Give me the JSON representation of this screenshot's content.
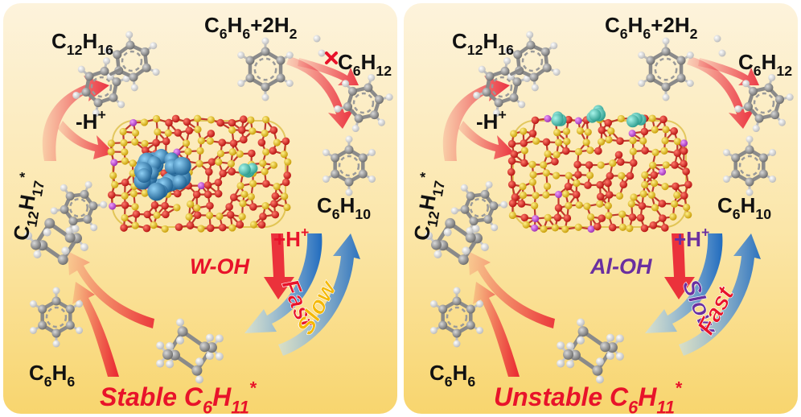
{
  "colors": {
    "panel_top": "#fdf3dc",
    "panel_bottom": "#f9d777",
    "arrow_red": "#e8132a",
    "arrow_blue": "#1565c0",
    "purple": "#6a2fa0",
    "yellow_text": "#f5b800",
    "oxygen": "#e01b1b",
    "silicon": "#e8c21c",
    "tungsten": "#2f7fb8",
    "alumina": "#3fc0b0",
    "carbon": "#8a8a8a",
    "hydrogen": "#f2f2f2"
  },
  "left": {
    "c12h16": {
      "base": "C",
      "s1": "12",
      "mid": "H",
      "s2": "16"
    },
    "benzene_h2": {
      "p1": "C",
      "s1": "6",
      "p2": "H",
      "s2": "6",
      "p3": "+2H",
      "s3": "2"
    },
    "c6h12": {
      "base": "C",
      "s1": "6",
      "mid": "H",
      "s2": "12"
    },
    "c6h10": {
      "base": "C",
      "s1": "6",
      "mid": "H",
      "s2": "10"
    },
    "c6h6": {
      "base": "C",
      "s1": "6",
      "mid": "H",
      "s2": "6"
    },
    "c12h17": {
      "base": "C",
      "s1": "12",
      "mid": "H",
      "s2": "17",
      "sup": "*"
    },
    "minus_h": {
      "text": "-H",
      "sup": "+"
    },
    "plus_h": {
      "text": "+H",
      "sup": "+"
    },
    "site_label": "W-OH",
    "down_word": "Fast",
    "up_word": "Slow",
    "title": {
      "pre": "Stable C",
      "s1": "6",
      "mid": "H",
      "s2": "11",
      "sup": "*"
    }
  },
  "right": {
    "c12h16": {
      "base": "C",
      "s1": "12",
      "mid": "H",
      "s2": "16"
    },
    "benzene_h2": {
      "p1": "C",
      "s1": "6",
      "p2": "H",
      "s2": "6",
      "p3": "+2H",
      "s3": "2"
    },
    "c6h12": {
      "base": "C",
      "s1": "6",
      "mid": "H",
      "s2": "12"
    },
    "c6h10": {
      "base": "C",
      "s1": "6",
      "mid": "H",
      "s2": "10"
    },
    "c6h6": {
      "base": "C",
      "s1": "6",
      "mid": "H",
      "s2": "6"
    },
    "c12h17": {
      "base": "C",
      "s1": "12",
      "mid": "H",
      "s2": "17",
      "sup": "*"
    },
    "minus_h": {
      "text": "-H",
      "sup": "+"
    },
    "plus_h": {
      "text": "+H",
      "sup": "+"
    },
    "site_label": "Al-OH",
    "down_word": "Slow",
    "up_word": "Fast",
    "title": {
      "pre": "Unstable C",
      "s1": "6",
      "mid": "H",
      "s2": "11",
      "sup": "*"
    }
  },
  "icons": {
    "blocked": "red-x-mark-icon"
  }
}
